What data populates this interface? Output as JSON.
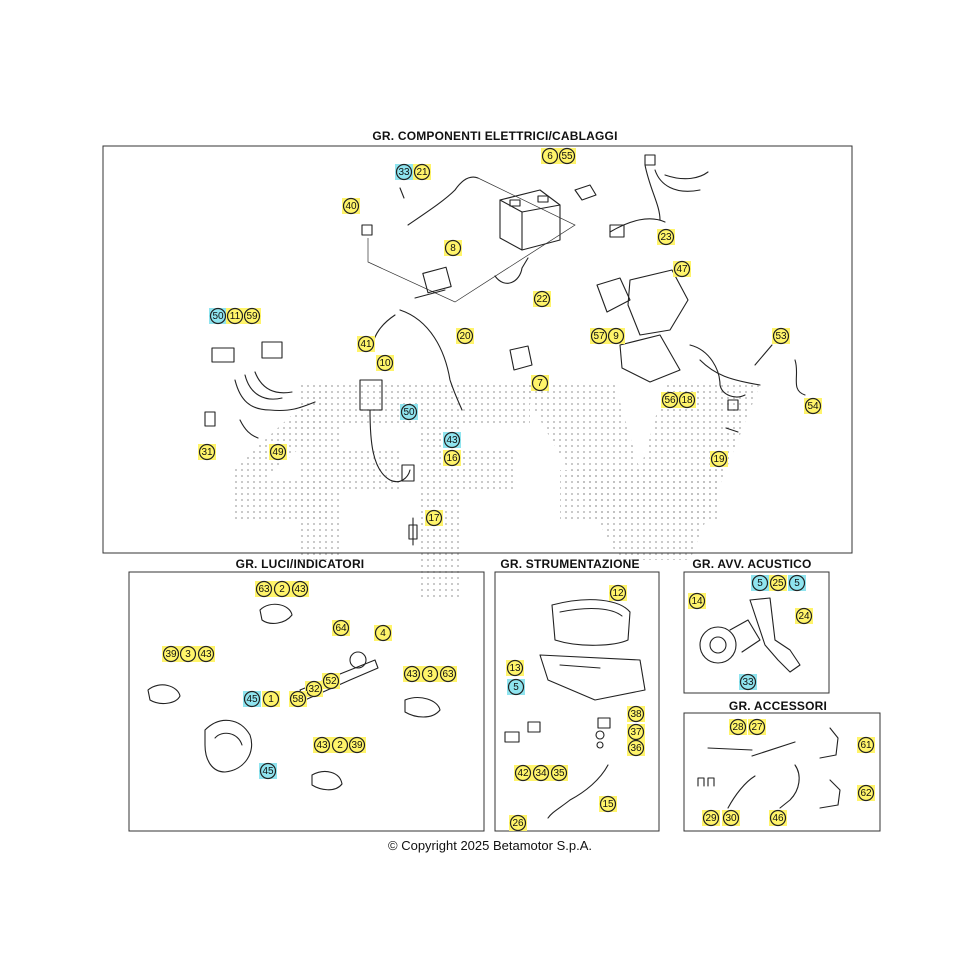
{
  "sections": {
    "electrical": "GR. COMPONENTI ELETTRICI/CABLAGGI",
    "lights": "GR. LUCI/INDICATORI",
    "instruments": "GR. STRUMENTAZIONE",
    "horn": "GR. AVV. ACUSTICO",
    "accessories": "GR. ACCESSORI"
  },
  "watermark": "SAFE",
  "copyright": "© Copyright 2025 Betamotor S.p.A.",
  "colors": {
    "yellow_bubble": "#fff46a",
    "blue_bubble": "#8fe4ef",
    "frame": "#333333",
    "watermark_dots": "#b9b9b9"
  },
  "callouts": [
    {
      "n": "6",
      "c": "yellow"
    },
    {
      "n": "55",
      "c": "yellow"
    },
    {
      "n": "33",
      "c": "blue"
    },
    {
      "n": "21",
      "c": "yellow"
    },
    {
      "n": "40",
      "c": "yellow"
    },
    {
      "n": "8",
      "c": "yellow"
    },
    {
      "n": "23",
      "c": "yellow"
    },
    {
      "n": "47",
      "c": "yellow"
    },
    {
      "n": "22",
      "c": "yellow"
    },
    {
      "n": "50",
      "c": "blue"
    },
    {
      "n": "11",
      "c": "yellow"
    },
    {
      "n": "59",
      "c": "yellow"
    },
    {
      "n": "57",
      "c": "yellow"
    },
    {
      "n": "9",
      "c": "yellow"
    },
    {
      "n": "53",
      "c": "yellow"
    },
    {
      "n": "41",
      "c": "yellow"
    },
    {
      "n": "20",
      "c": "yellow"
    },
    {
      "n": "10",
      "c": "yellow"
    },
    {
      "n": "7",
      "c": "yellow"
    },
    {
      "n": "56",
      "c": "yellow"
    },
    {
      "n": "18",
      "c": "yellow"
    },
    {
      "n": "54",
      "c": "yellow"
    },
    {
      "n": "50",
      "c": "blue"
    },
    {
      "n": "43",
      "c": "blue"
    },
    {
      "n": "31",
      "c": "yellow"
    },
    {
      "n": "49",
      "c": "yellow"
    },
    {
      "n": "19",
      "c": "yellow"
    },
    {
      "n": "16",
      "c": "yellow"
    },
    {
      "n": "17",
      "c": "yellow"
    },
    {
      "n": "63",
      "c": "yellow"
    },
    {
      "n": "2",
      "c": "yellow"
    },
    {
      "n": "43",
      "c": "yellow"
    },
    {
      "n": "64",
      "c": "yellow"
    },
    {
      "n": "4",
      "c": "yellow"
    },
    {
      "n": "39",
      "c": "yellow"
    },
    {
      "n": "3",
      "c": "yellow"
    },
    {
      "n": "43",
      "c": "yellow"
    },
    {
      "n": "43",
      "c": "yellow"
    },
    {
      "n": "3",
      "c": "yellow"
    },
    {
      "n": "63",
      "c": "yellow"
    },
    {
      "n": "32",
      "c": "yellow"
    },
    {
      "n": "52",
      "c": "yellow"
    },
    {
      "n": "45",
      "c": "blue"
    },
    {
      "n": "1",
      "c": "yellow"
    },
    {
      "n": "58",
      "c": "yellow"
    },
    {
      "n": "43",
      "c": "yellow"
    },
    {
      "n": "2",
      "c": "yellow"
    },
    {
      "n": "39",
      "c": "yellow"
    },
    {
      "n": "45",
      "c": "blue"
    },
    {
      "n": "12",
      "c": "yellow"
    },
    {
      "n": "13",
      "c": "yellow"
    },
    {
      "n": "5",
      "c": "blue"
    },
    {
      "n": "38",
      "c": "yellow"
    },
    {
      "n": "37",
      "c": "yellow"
    },
    {
      "n": "36",
      "c": "yellow"
    },
    {
      "n": "42",
      "c": "yellow"
    },
    {
      "n": "34",
      "c": "yellow"
    },
    {
      "n": "35",
      "c": "yellow"
    },
    {
      "n": "15",
      "c": "yellow"
    },
    {
      "n": "26",
      "c": "yellow"
    },
    {
      "n": "14",
      "c": "yellow"
    },
    {
      "n": "5",
      "c": "blue"
    },
    {
      "n": "25",
      "c": "yellow"
    },
    {
      "n": "5",
      "c": "blue"
    },
    {
      "n": "24",
      "c": "yellow"
    },
    {
      "n": "33",
      "c": "blue"
    },
    {
      "n": "28",
      "c": "yellow"
    },
    {
      "n": "27",
      "c": "yellow"
    },
    {
      "n": "61",
      "c": "yellow"
    },
    {
      "n": "62",
      "c": "yellow"
    },
    {
      "n": "29",
      "c": "yellow"
    },
    {
      "n": "30",
      "c": "yellow"
    },
    {
      "n": "46",
      "c": "yellow"
    }
  ]
}
